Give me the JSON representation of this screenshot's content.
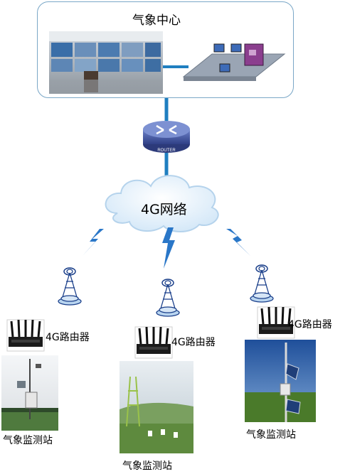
{
  "center": {
    "title": "气象中心",
    "router_text": "ROUTER"
  },
  "network": {
    "label": "4G网络"
  },
  "stations": [
    {
      "router_label": "4G路由器",
      "station_label": "气象监测站"
    },
    {
      "router_label": "4G路由器",
      "station_label": "气象监测站"
    },
    {
      "router_label": "4G路由器",
      "station_label": "气象监测站"
    }
  ],
  "colors": {
    "link": "#1f7fc0",
    "bolt": "#2a77c8",
    "router_body": "#3a4fa0"
  }
}
